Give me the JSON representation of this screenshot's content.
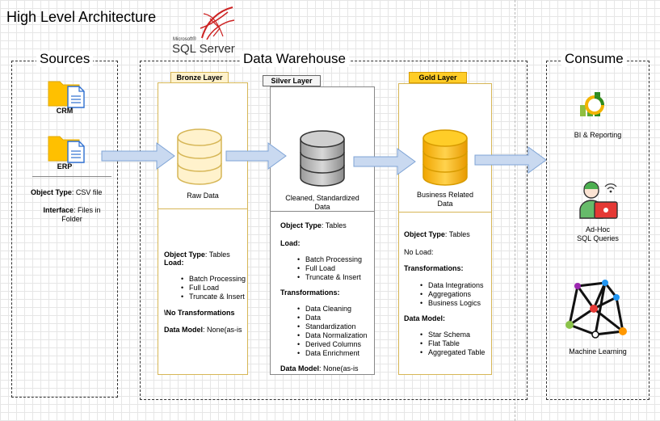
{
  "title": "High Level Architecture",
  "logo": {
    "vendor": "Microsoft®",
    "product": "SQL Server"
  },
  "sources": {
    "label": "Sources",
    "crm": "CRM",
    "erp": "ERP",
    "object_type_label": "Object Type",
    "object_type_value": ": CSV file",
    "interface_label": "Interface",
    "interface_value": ": Files in",
    "interface_value2": "Folder"
  },
  "warehouse": {
    "label": "Data Warehouse",
    "bronze": {
      "tab": "Bronze Layer",
      "caption": "Raw Data",
      "object_type_label": "Object Type",
      "object_type_value": ": Tables",
      "load_label": "Load:",
      "load_items": [
        "Batch Processing",
        "Full Load",
        "Truncate & Insert"
      ],
      "no_transform": "\\No Transformations",
      "model_label": "Data Model",
      "model_value": ": None(as-is"
    },
    "silver": {
      "tab": "Silver Layer",
      "caption1": "Cleaned, Standardized",
      "caption2": "Data",
      "object_type_label": "Object Type",
      "object_type_value": ": Tables",
      "load_label": "Load:",
      "load_items": [
        "Batch Processing",
        "Full Load",
        "Truncate & Insert"
      ],
      "transform_label": "Transformations:",
      "transform_items": [
        "Data Cleaning",
        "Data",
        "Standardization",
        "Data Normalization",
        "Derived Columns",
        "Data Enrichment"
      ],
      "model_label": "Data Model",
      "model_value": ": None(as-is"
    },
    "gold": {
      "tab": "Gold Layer",
      "caption1": "Business Related",
      "caption2": "Data",
      "object_type_label": "Object Type",
      "object_type_value": ": Tables",
      "load_label": "No Load:",
      "transform_label": "Transformations:",
      "transform_items": [
        "Data Integrations",
        "Aggregations",
        "Business Logics"
      ],
      "model_label": "Data Model:",
      "model_items": [
        "Star Schema",
        "Flat Table",
        "Aggregated Table"
      ]
    }
  },
  "consume": {
    "label": "Consume",
    "bi": "BI & Reporting",
    "adhoc1": "Ad-Hoc",
    "adhoc2": "SQL Queries",
    "ml": "Machine Learning"
  },
  "colors": {
    "bronze_fill": "#fff2cc",
    "bronze_stroke": "#d6b656",
    "silver_fill": "#f5f5f5",
    "silver_stroke": "#666666",
    "gold_fill": "#ffcd28",
    "gold_stroke": "#d79b00",
    "arrow_fill": "#c9d9f0",
    "arrow_stroke": "#7fa4d6",
    "folder": "#ffc000"
  }
}
